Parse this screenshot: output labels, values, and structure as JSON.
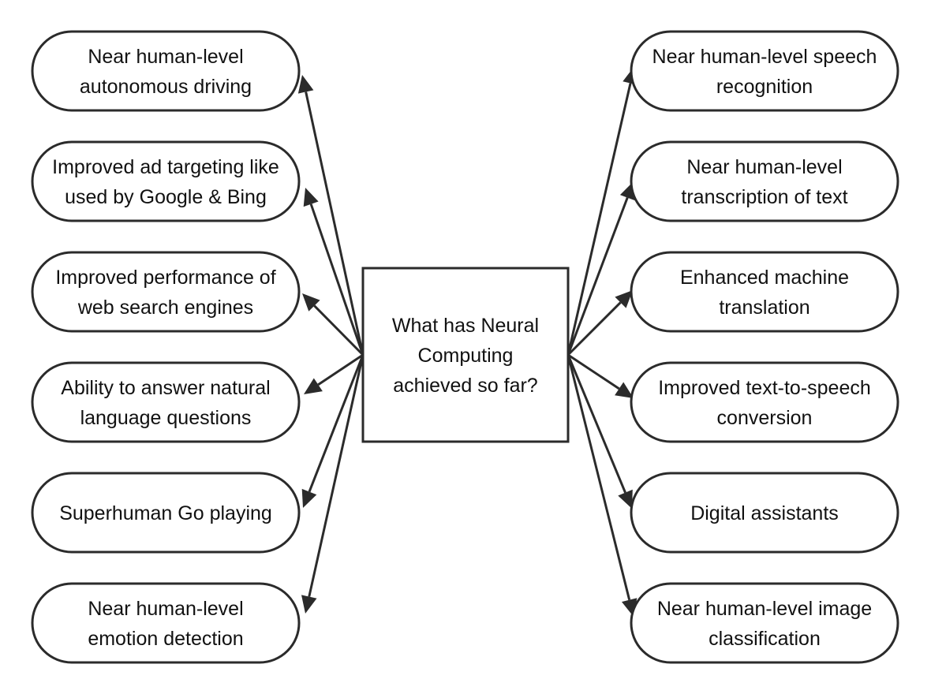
{
  "center": {
    "lines": [
      "What has Neural",
      "Computing",
      "achieved so far?"
    ]
  },
  "left_nodes": [
    {
      "lines": [
        "Near human-level",
        "autonomous driving"
      ]
    },
    {
      "lines": [
        "Improved ad targeting like",
        "used by Google & Bing"
      ]
    },
    {
      "lines": [
        "Improved performance of",
        "web search engines"
      ]
    },
    {
      "lines": [
        "Ability to answer natural",
        "language questions"
      ]
    },
    {
      "lines": [
        "Superhuman Go playing"
      ]
    },
    {
      "lines": [
        "Near human-level",
        "emotion detection"
      ]
    }
  ],
  "right_nodes": [
    {
      "lines": [
        "Near human-level speech",
        "recognition"
      ]
    },
    {
      "lines": [
        "Near human-level",
        "transcription of text"
      ]
    },
    {
      "lines": [
        "Enhanced machine",
        "translation"
      ]
    },
    {
      "lines": [
        "Improved text-to-speech",
        "conversion"
      ]
    },
    {
      "lines": [
        "Digital assistants"
      ]
    },
    {
      "lines": [
        "Near human-level image",
        "classification"
      ]
    }
  ],
  "colors": {
    "stroke": "#2b2b2b",
    "text": "#111111",
    "background": "#ffffff"
  }
}
